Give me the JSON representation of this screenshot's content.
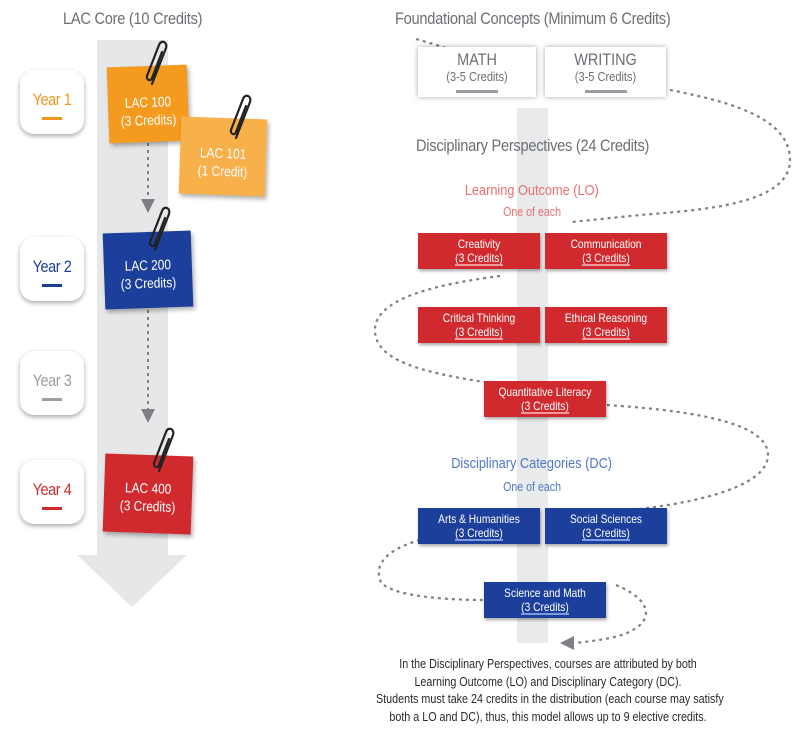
{
  "lac_core": {
    "heading": "LAC Core (10 Credits)",
    "years": [
      {
        "label": "Year 1",
        "color": "#f0961e"
      },
      {
        "label": "Year 2",
        "color": "#1c3f9b"
      },
      {
        "label": "Year 3",
        "color": "#9a9ea2"
      },
      {
        "label": "Year 4",
        "color": "#d02a2f"
      }
    ],
    "courses": [
      {
        "name": "LAC 100",
        "credits": "(3 Credits)",
        "color": "#f39a1f"
      },
      {
        "name": "LAC 101",
        "credits": "(1 Credit)",
        "color": "#f8b04a"
      },
      {
        "name": "LAC 200",
        "credits": "(3 Credits)",
        "color": "#1c3f9b"
      },
      {
        "name": "LAC 400",
        "credits": "(3 Credits)",
        "color": "#d02a2f"
      }
    ]
  },
  "foundational": {
    "heading": "Foundational Concepts (Minimum 6 Credits)",
    "items": [
      {
        "name": "MATH",
        "credits": "(3-5 Credits)"
      },
      {
        "name": "WRITING",
        "credits": "(3-5 Credits)"
      }
    ]
  },
  "perspectives": {
    "heading": "Disciplinary Perspectives (24 Credits)",
    "lo_heading": "Learning Outcome (LO)",
    "lo_sub": "One of each",
    "lo_items": [
      {
        "name": "Creativity",
        "credits": "(3 Credits)"
      },
      {
        "name": "Communication",
        "credits": "(3 Credits)"
      },
      {
        "name": "Critical Thinking",
        "credits": "(3 Credits)"
      },
      {
        "name": "Ethical Reasoning",
        "credits": "(3 Credits)"
      },
      {
        "name": "Quantitative Literacy",
        "credits": "(3 Credits)"
      }
    ],
    "dc_heading": "Disciplinary Categories (DC)",
    "dc_sub": "One of each",
    "dc_items": [
      {
        "name": "Arts & Humanities",
        "credits": "(3 Credits)"
      },
      {
        "name": "Social Sciences",
        "credits": "(3 Credits)"
      },
      {
        "name": "Science and Math",
        "credits": "(3 Credits)"
      }
    ]
  },
  "footnote": {
    "line1": "In the Disciplinary Perspectives, courses are attributed by both",
    "line2": "Learning Outcome (LO) and Disciplinary Category (DC).",
    "line3": "Students must take 24 credits in the distribution (each course may satisfy",
    "line4": "both a LO and DC), thus, this model allows up to 9 elective credits."
  },
  "colors": {
    "heading_gray": "#6b6f73",
    "lo_red": "#e8716e",
    "dc_blue": "#4e78c4",
    "red_card": "#d02a2f",
    "blue_card": "#1c3f9b"
  }
}
